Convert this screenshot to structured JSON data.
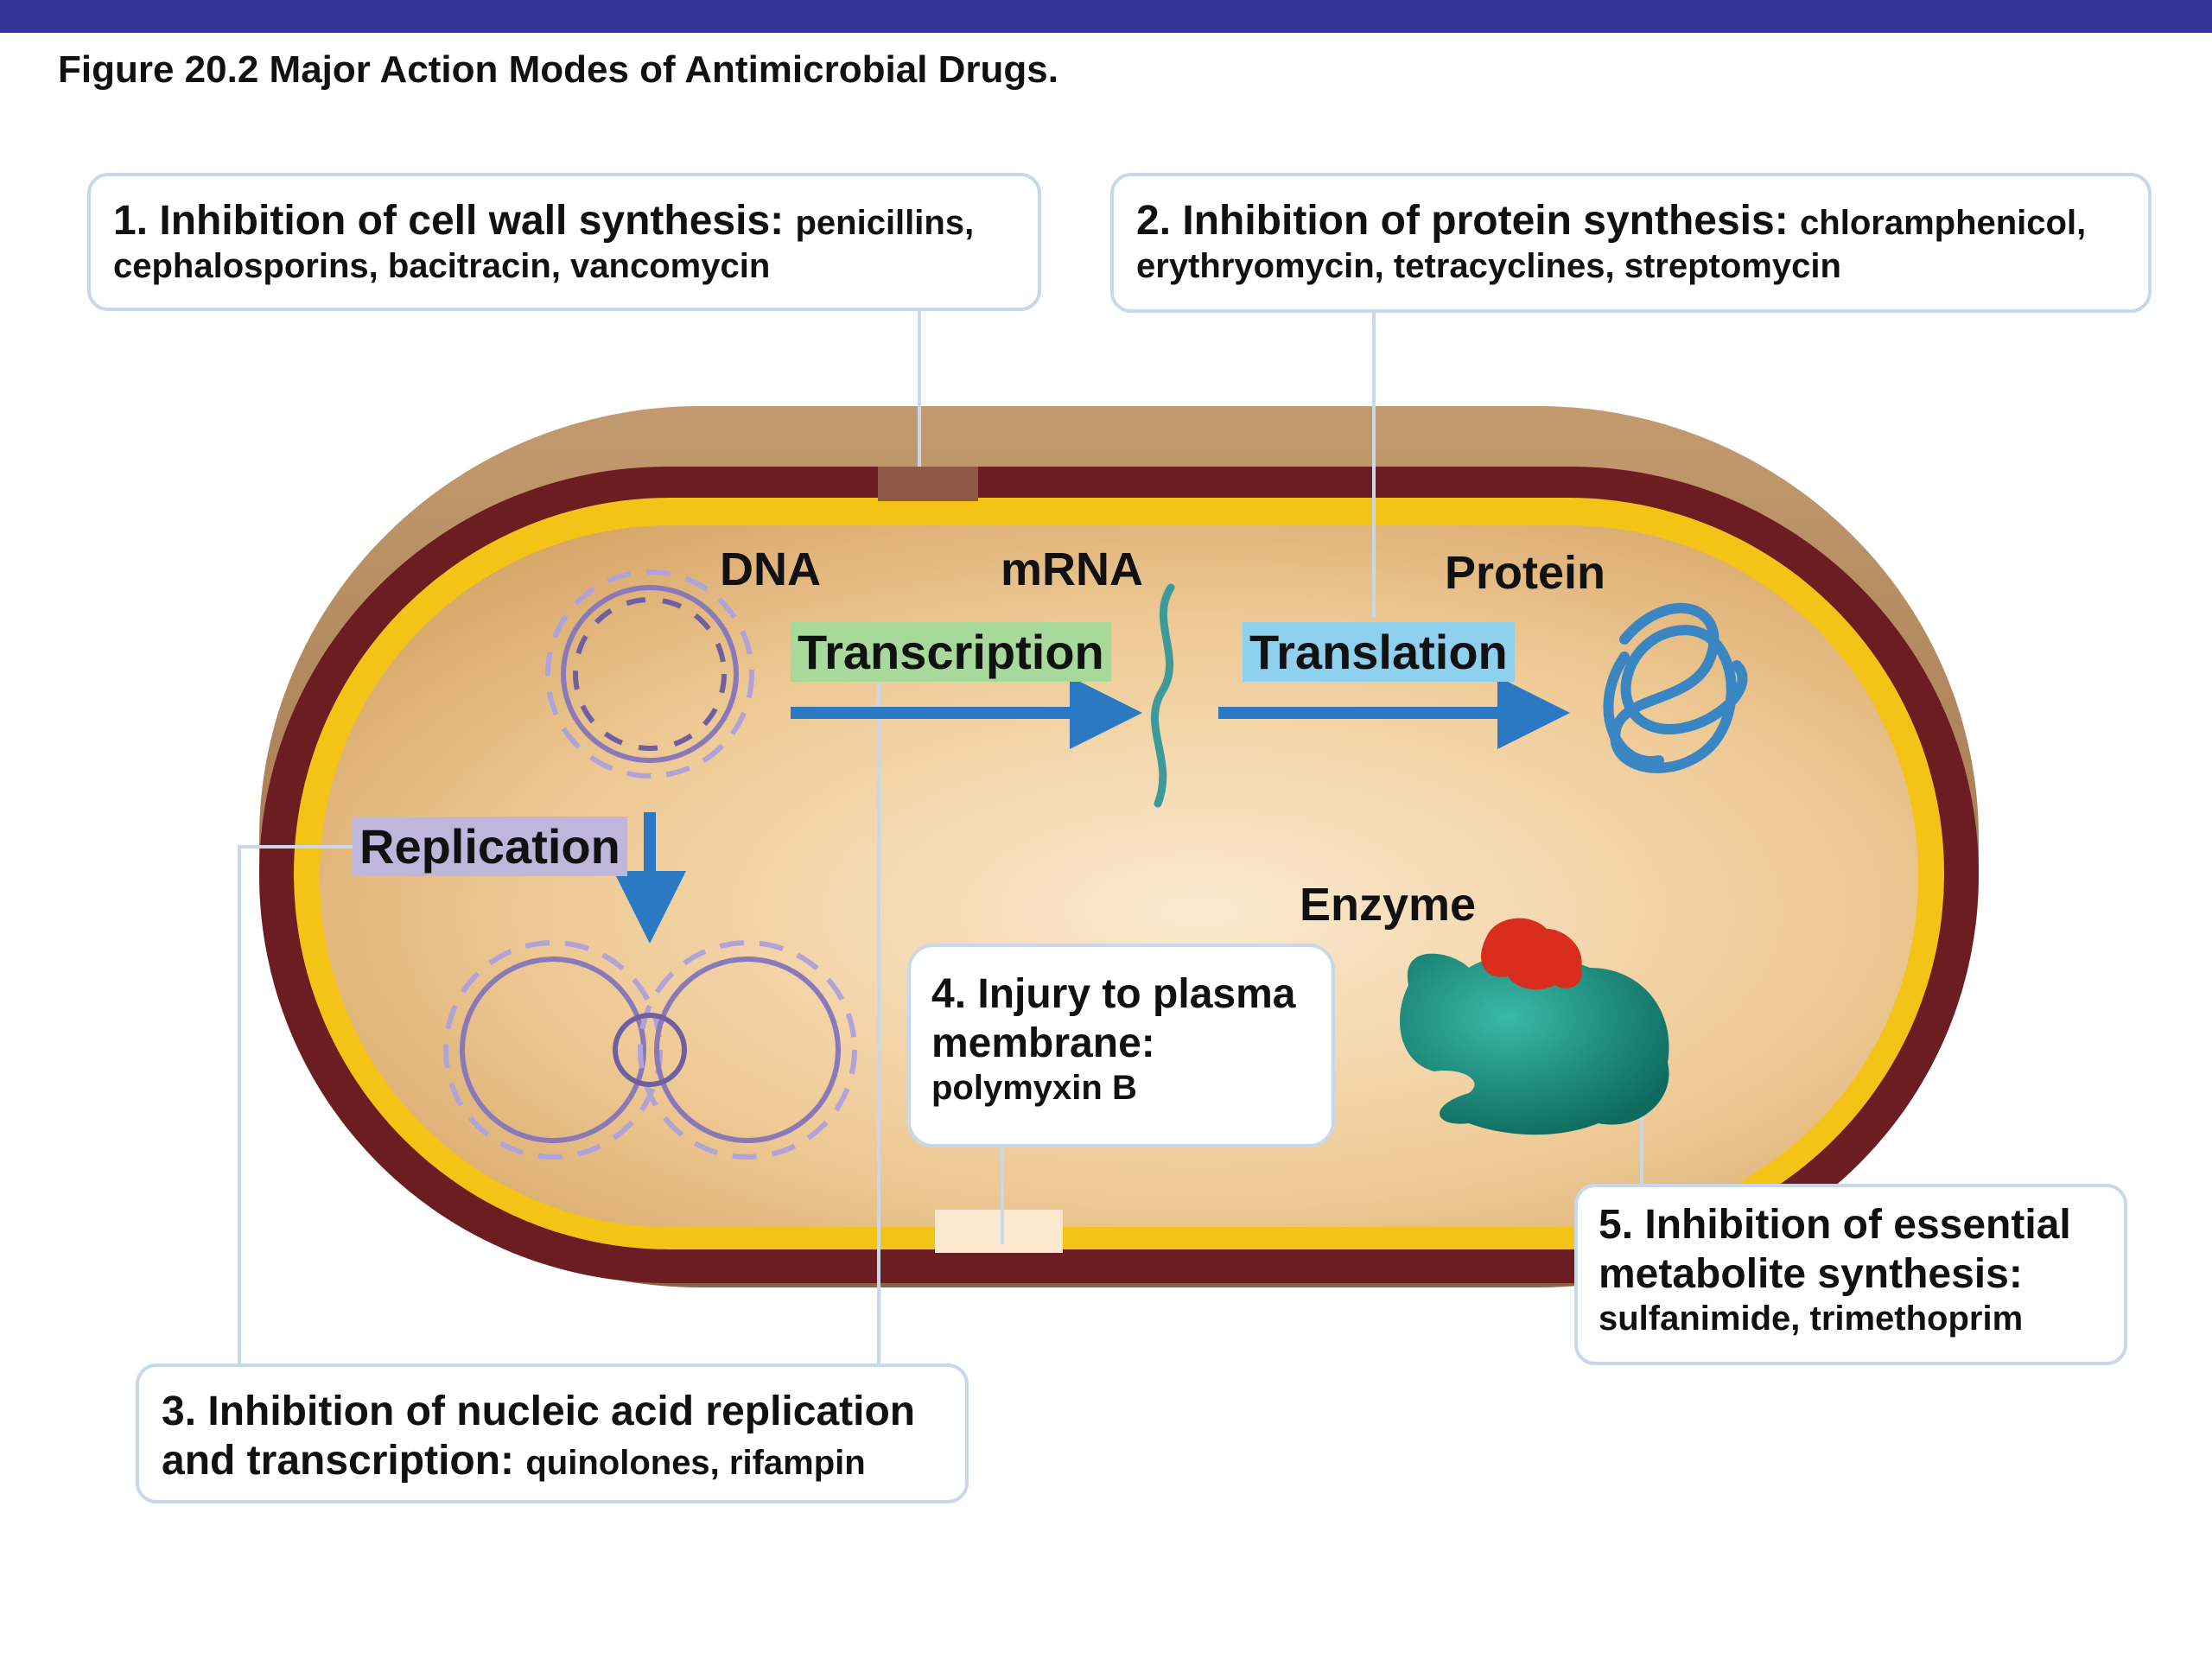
{
  "title": "Figure 20.2 Major Action Modes of Antimicrobial Drugs.",
  "colors": {
    "top_bar": "#343399",
    "cell_wall": "#6b1d22",
    "membrane": "#f3c416",
    "cytoplasm": "#e3b574",
    "transcription_highlight": "#a6d99a",
    "translation_highlight": "#8fd0ee",
    "replication_highlight": "#bfb6dc",
    "arrow": "#2b78c3",
    "leader_line": "#c7d8ec"
  },
  "cell": {
    "dna_label": "DNA",
    "mrna_label": "mRNA",
    "protein_label": "Protein",
    "enzyme_label": "Enzyme",
    "transcription": "Transcription",
    "translation": "Translation",
    "replication": "Replication"
  },
  "callouts": [
    {
      "head": "1. Inhibition of cell wall synthesis: ",
      "drugs": "penicillins, cephalosporins, bacitracin, vancomycin"
    },
    {
      "head": "2. Inhibition of protein synthesis: ",
      "drugs": "chloramphenicol, erythryomycin, tetracyclines, streptomycin"
    },
    {
      "head": "3. Inhibition of nucleic acid replication and transcription: ",
      "drugs": "quinolones, rifampin"
    },
    {
      "head": "4. Injury to plasma membrane:",
      "drugs": "polymyxin B"
    },
    {
      "head": "5. Inhibition of essential metabolite synthesis:",
      "drugs": "sulfanimide, trimethoprim"
    }
  ]
}
